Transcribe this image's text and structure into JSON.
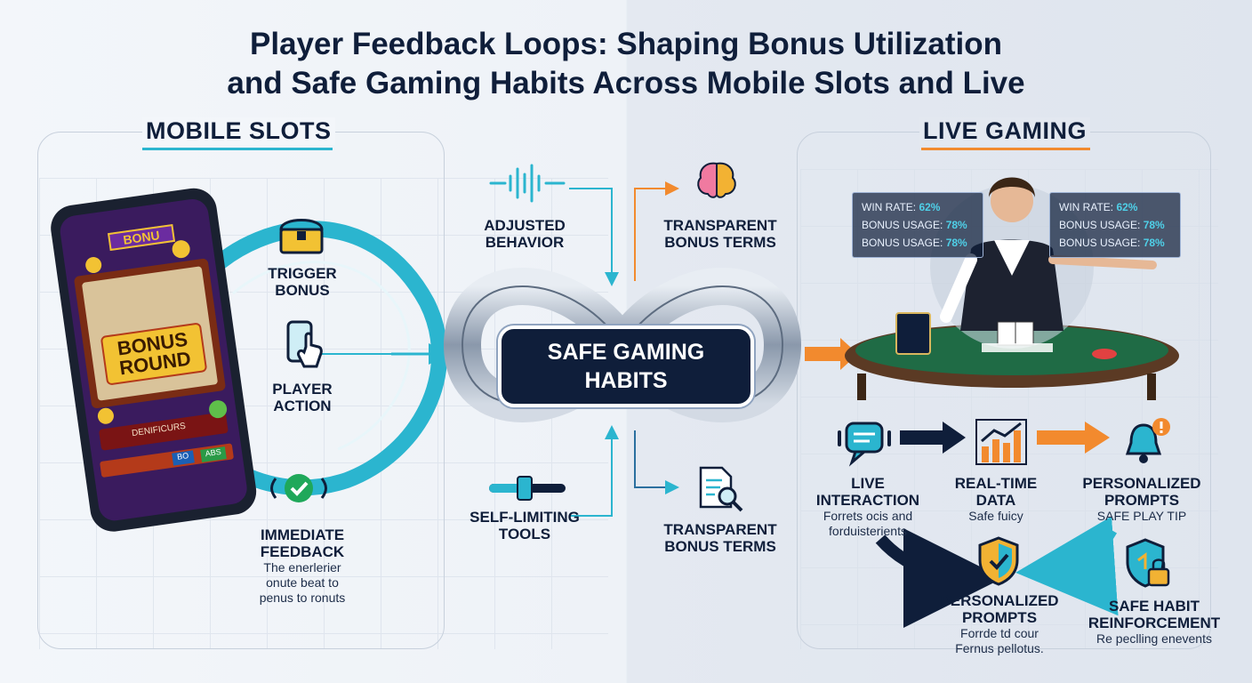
{
  "title": {
    "line1": "Player Feedback Loops: Shaping Bonus Utilization",
    "line2": "and Safe Gaming Habits Across Mobile Slots and Live"
  },
  "mobile": {
    "heading": "MOBILE SLOTS",
    "phone": {
      "bonus_banner": "BONU",
      "bonus_round_1": "BONUS",
      "bonus_round_2": "ROUND",
      "bar_text": "DENIFICURS",
      "btn_a": "",
      "btn_b": "BO",
      "btn_c": "ABS"
    },
    "steps": [
      {
        "line1": "TRIGGER",
        "line2": "BONUS"
      },
      {
        "line1": "PLAYER",
        "line2": "ACTION"
      },
      {
        "line1": "IMMEDIATE",
        "line2": "FEEDBACK",
        "desc1": "The enerlerier",
        "desc2": "onute beat to",
        "desc3": "penus to ronuts"
      }
    ]
  },
  "center": {
    "box_line1": "SAFE GAMING",
    "box_line2": "HABITS",
    "top_left": {
      "line1": "ADJUSTED",
      "line2": "BEHAVIOR"
    },
    "top_right": {
      "line1": "TRANSPARENT",
      "line2": "BONUS TERMS"
    },
    "bottom_left": {
      "line1": "SELF-LIMITING",
      "line2": "TOOLS"
    },
    "bottom_right": {
      "line1": "TRANSPARENT",
      "line2": "BONUS TERMS"
    }
  },
  "live": {
    "heading": "LIVE GAMING",
    "stats_left": [
      {
        "label": "WIN RATE:",
        "value": "62%"
      },
      {
        "label": "BONUS USAGE:",
        "value": "78%"
      },
      {
        "label": "BONUS USAGE:",
        "value": "78%"
      }
    ],
    "stats_right": [
      {
        "label": "WIN RATE:",
        "value": "62%"
      },
      {
        "label": "BONUS USAGE:",
        "value": "78%"
      },
      {
        "label": "BONUS USAGE:",
        "value": "78%"
      }
    ],
    "steps": [
      {
        "line1": "LIVE",
        "line2": "INTERACTION",
        "desc1": "Forrets ocis and",
        "desc2": "forduisterients"
      },
      {
        "line1": "REAL-TIME",
        "line2": "DATA",
        "desc1": "Safe fuicy"
      },
      {
        "line1": "PERSONALIZED",
        "line2": "PROMPTS",
        "desc1": "SAFE PLAY TIP"
      },
      {
        "line1": "PERSONALIZED",
        "line2": "PROMPTS",
        "desc1": "Forrde td cour",
        "desc2": "Fernus pellotus."
      },
      {
        "line1": "SAFE HABIT",
        "line2": "REINFORCEMENT",
        "desc1": "Re peclling enevents"
      }
    ]
  },
  "colors": {
    "navy": "#0f1e3a",
    "teal": "#2bb5cf",
    "orange": "#f28a2e",
    "green": "#1f6b45"
  }
}
